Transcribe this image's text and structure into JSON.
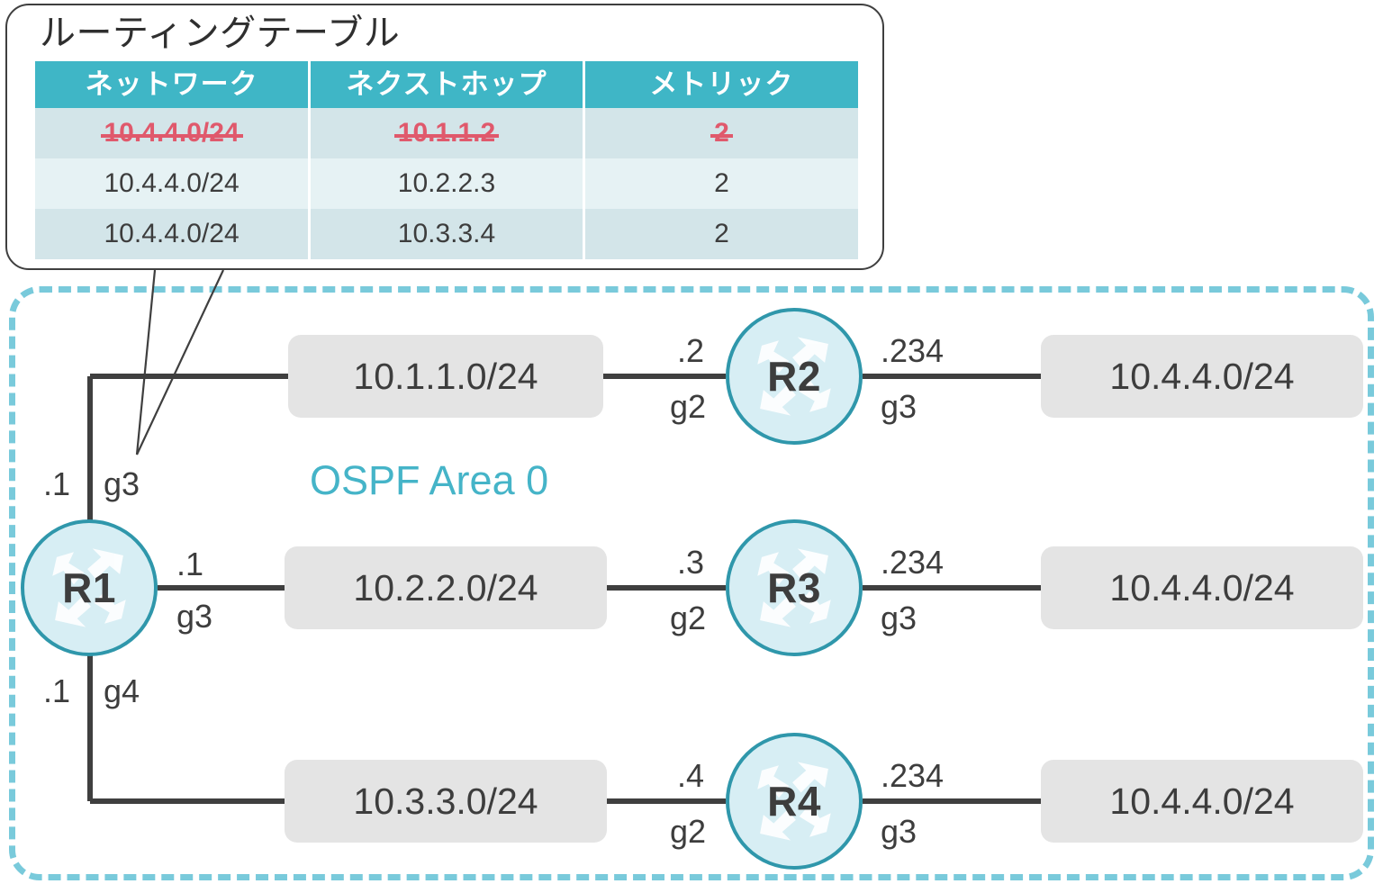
{
  "callout": {
    "title": "ルーティングテーブル",
    "table": {
      "headers": [
        "ネットワーク",
        "ネクストホップ",
        "メトリック"
      ],
      "rows": [
        {
          "network": "10.4.4.0/24",
          "next_hop": "10.1.1.2",
          "metric": "2",
          "struck": true
        },
        {
          "network": "10.4.4.0/24",
          "next_hop": "10.2.2.3",
          "metric": "2",
          "struck": false
        },
        {
          "network": "10.4.4.0/24",
          "next_hop": "10.3.3.4",
          "metric": "2",
          "struck": false
        }
      ]
    }
  },
  "area": {
    "label": "OSPF Area 0"
  },
  "routers": {
    "r1": {
      "name": "R1"
    },
    "r2": {
      "name": "R2"
    },
    "r3": {
      "name": "R3"
    },
    "r4": {
      "name": "R4"
    }
  },
  "subnets": {
    "link1": "10.1.1.0/24",
    "link2": "10.2.2.0/24",
    "link3": "10.3.3.0/24",
    "dest1": "10.4.4.0/24",
    "dest2": "10.4.4.0/24",
    "dest3": "10.4.4.0/24"
  },
  "interfaces": {
    "r1_top_ip": ".1",
    "r1_top_if": "g3",
    "r1_mid_ip": ".1",
    "r1_mid_if": "g3",
    "r1_bot_ip": ".1",
    "r1_bot_if": "g4",
    "r2_left_ip": ".2",
    "r2_left_if": "g2",
    "r2_right_ip": ".234",
    "r2_right_if": "g3",
    "r3_left_ip": ".3",
    "r3_left_if": "g2",
    "r3_right_ip": ".234",
    "r3_right_if": "g3",
    "r4_left_ip": ".4",
    "r4_left_if": "g2",
    "r4_right_ip": ".234",
    "r4_right_if": "g3"
  },
  "colors": {
    "teal_header": "#3fb6c6",
    "teal_area": "#79cadb",
    "teal_text": "#45b4c8",
    "router_fill": "#d7eef4",
    "router_stroke": "#2f97ab",
    "strike_red": "#e0596c",
    "subnet_fill": "#e4e4e4",
    "wire": "#3f3f3f"
  }
}
